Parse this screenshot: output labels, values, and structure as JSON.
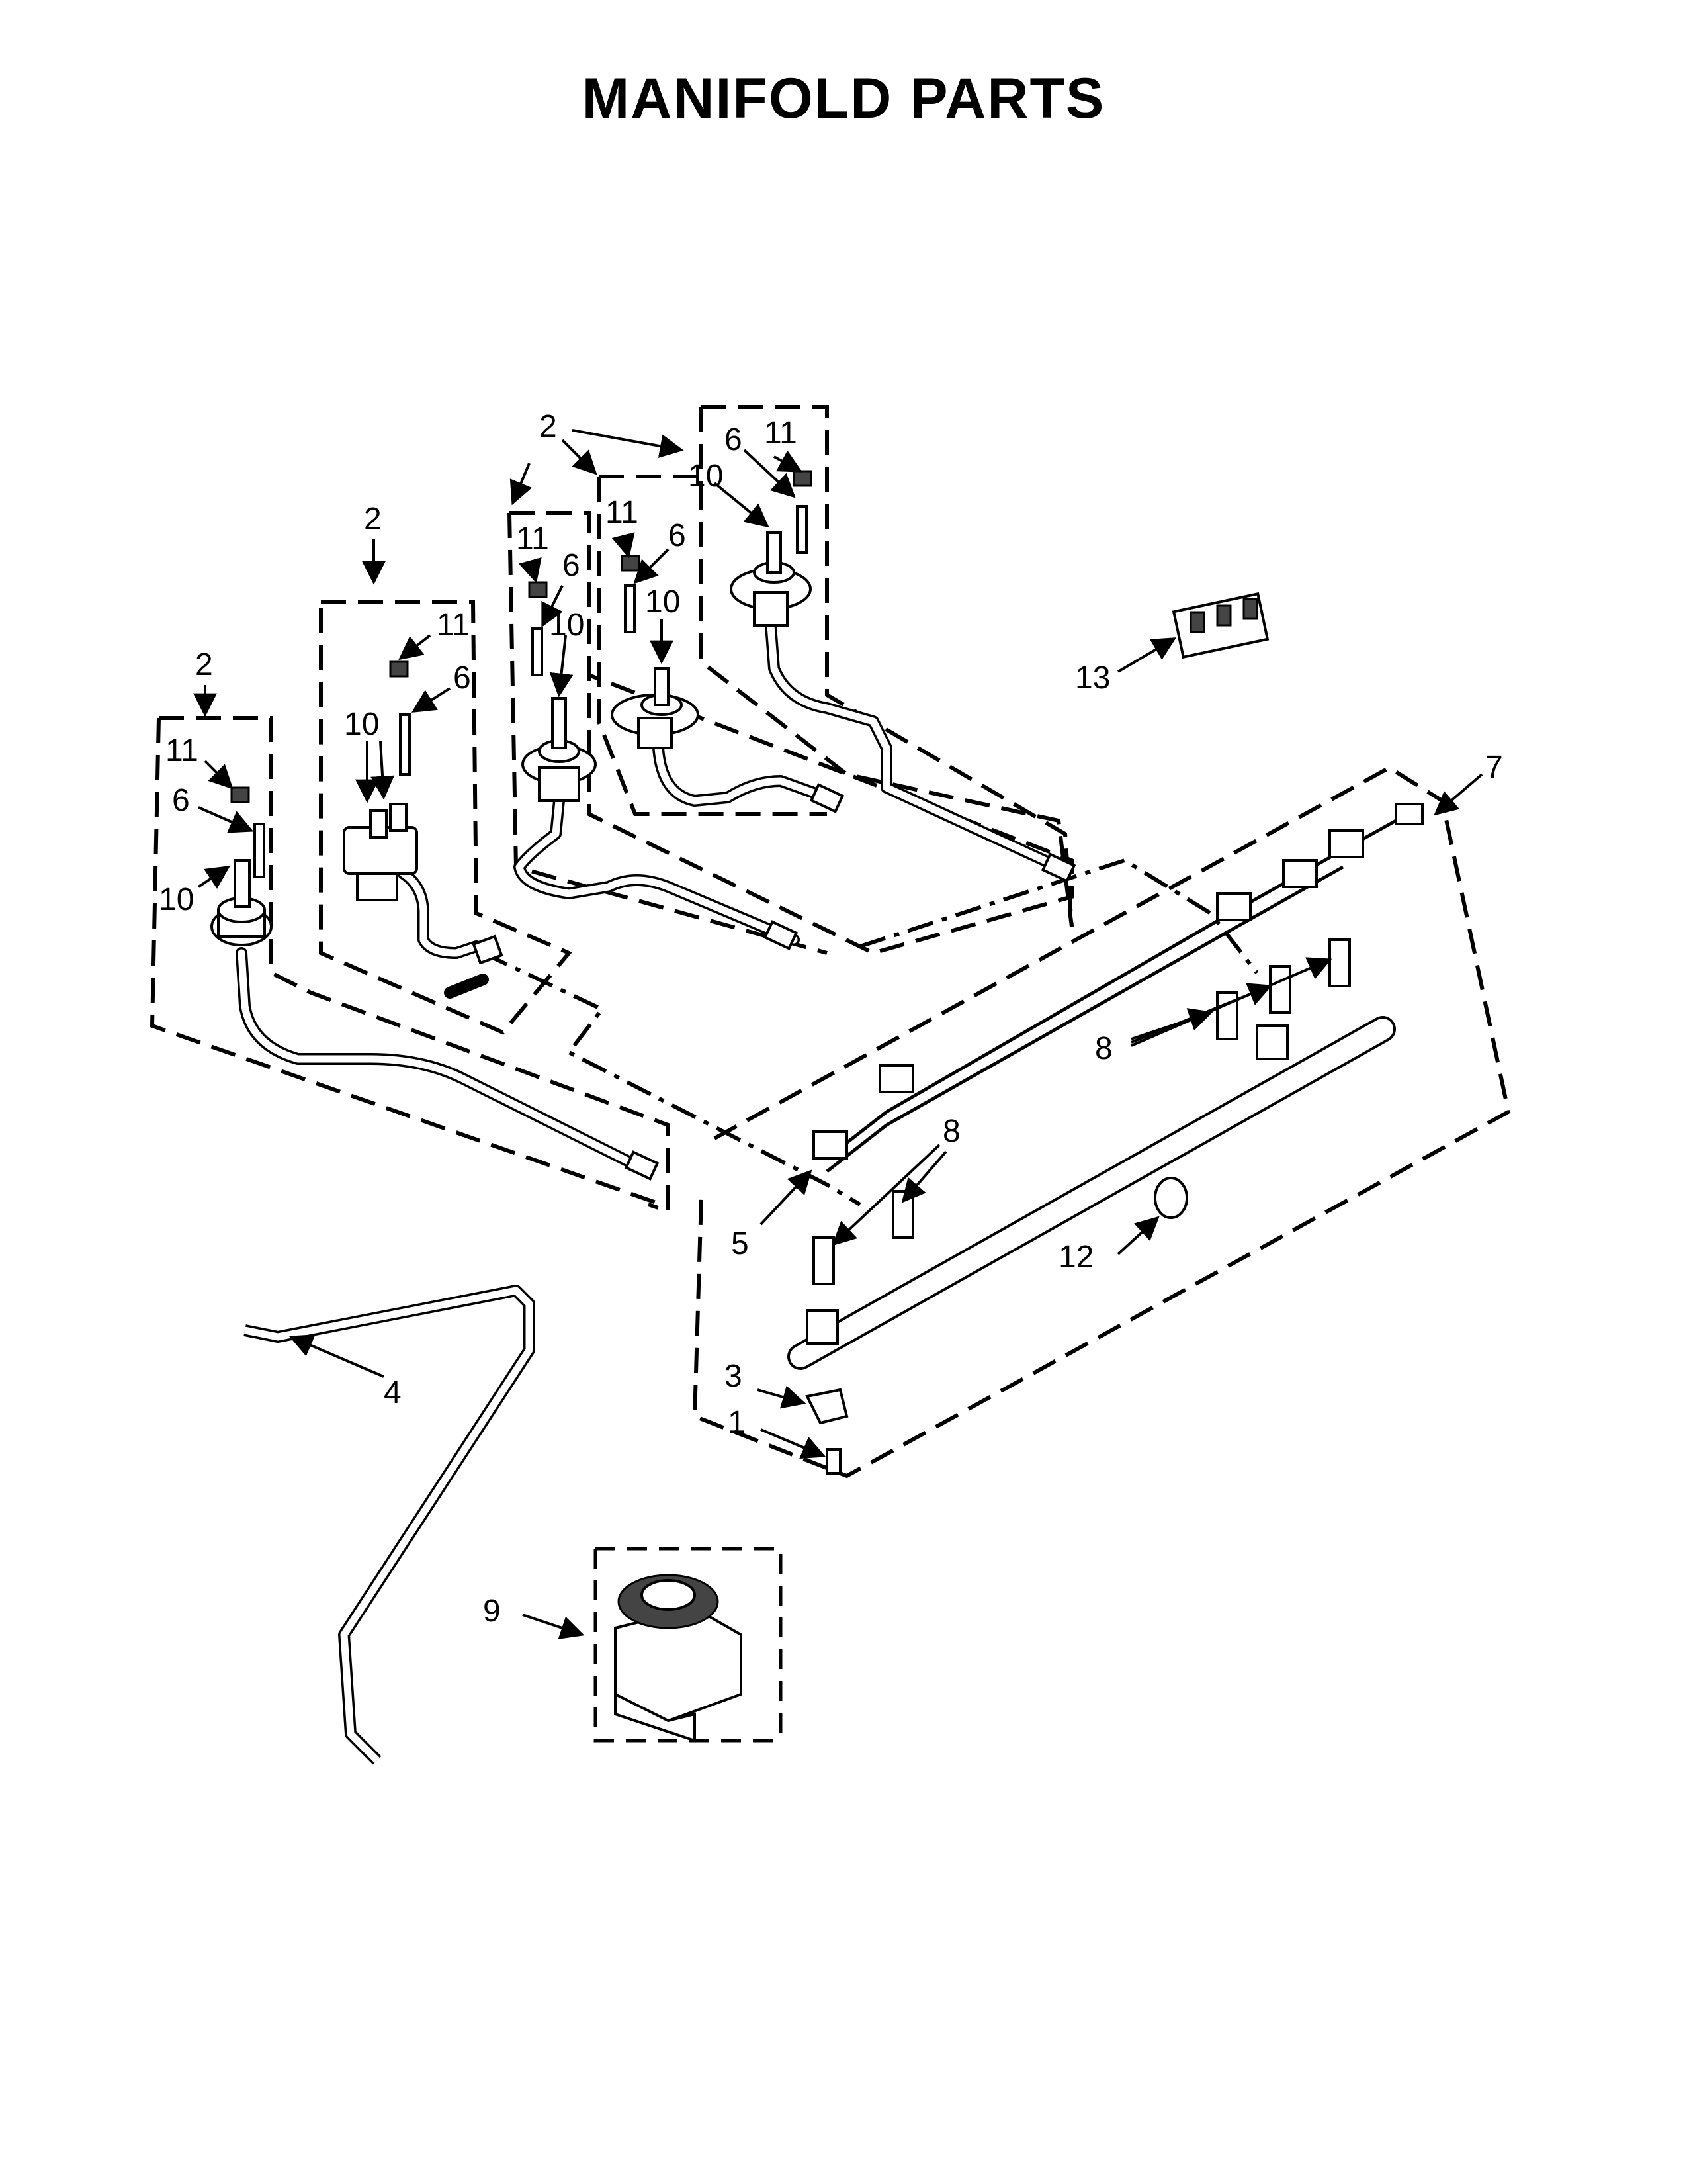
{
  "title": "MANIFOLD PARTS",
  "callouts": {
    "c1": "1",
    "c2": "2",
    "c3": "3",
    "c4": "4",
    "c5": "5",
    "c6": "6",
    "c7": "7",
    "c8": "8",
    "c9": "9",
    "c10": "10",
    "c11": "11",
    "c12": "12",
    "c13": "13"
  }
}
